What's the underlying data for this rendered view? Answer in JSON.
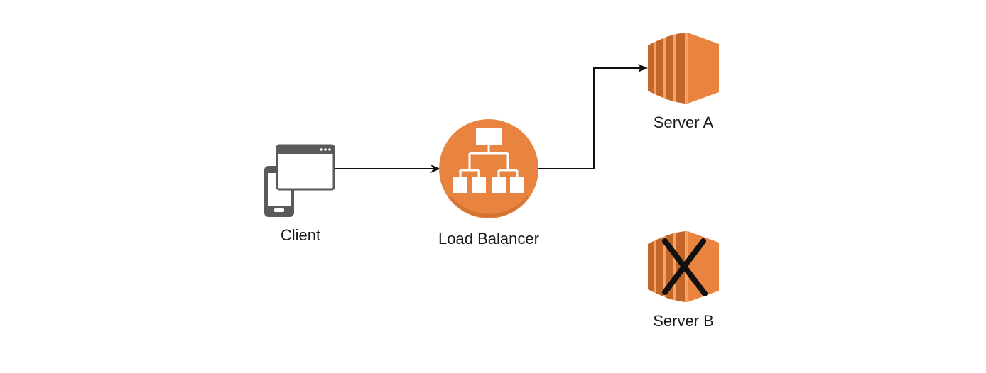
{
  "nodes": {
    "client": {
      "label": "Client",
      "icon": "client-devices-icon"
    },
    "load_balancer": {
      "label": "Load Balancer",
      "icon": "load-balancer-icon"
    },
    "server_a": {
      "label": "Server A",
      "icon": "server-icon",
      "status": "up"
    },
    "server_b": {
      "label": "Server B",
      "icon": "server-icon",
      "status": "down"
    }
  },
  "edges": [
    {
      "from": "client",
      "to": "load_balancer"
    },
    {
      "from": "load_balancer",
      "to": "server_a"
    }
  ],
  "colors": {
    "orange": "#E8843F",
    "orange_dark": "#C2662A",
    "orange_light": "#F5A262",
    "device_gray": "#5A5A5A",
    "line": "#111111",
    "failure_mark": "#111111"
  }
}
